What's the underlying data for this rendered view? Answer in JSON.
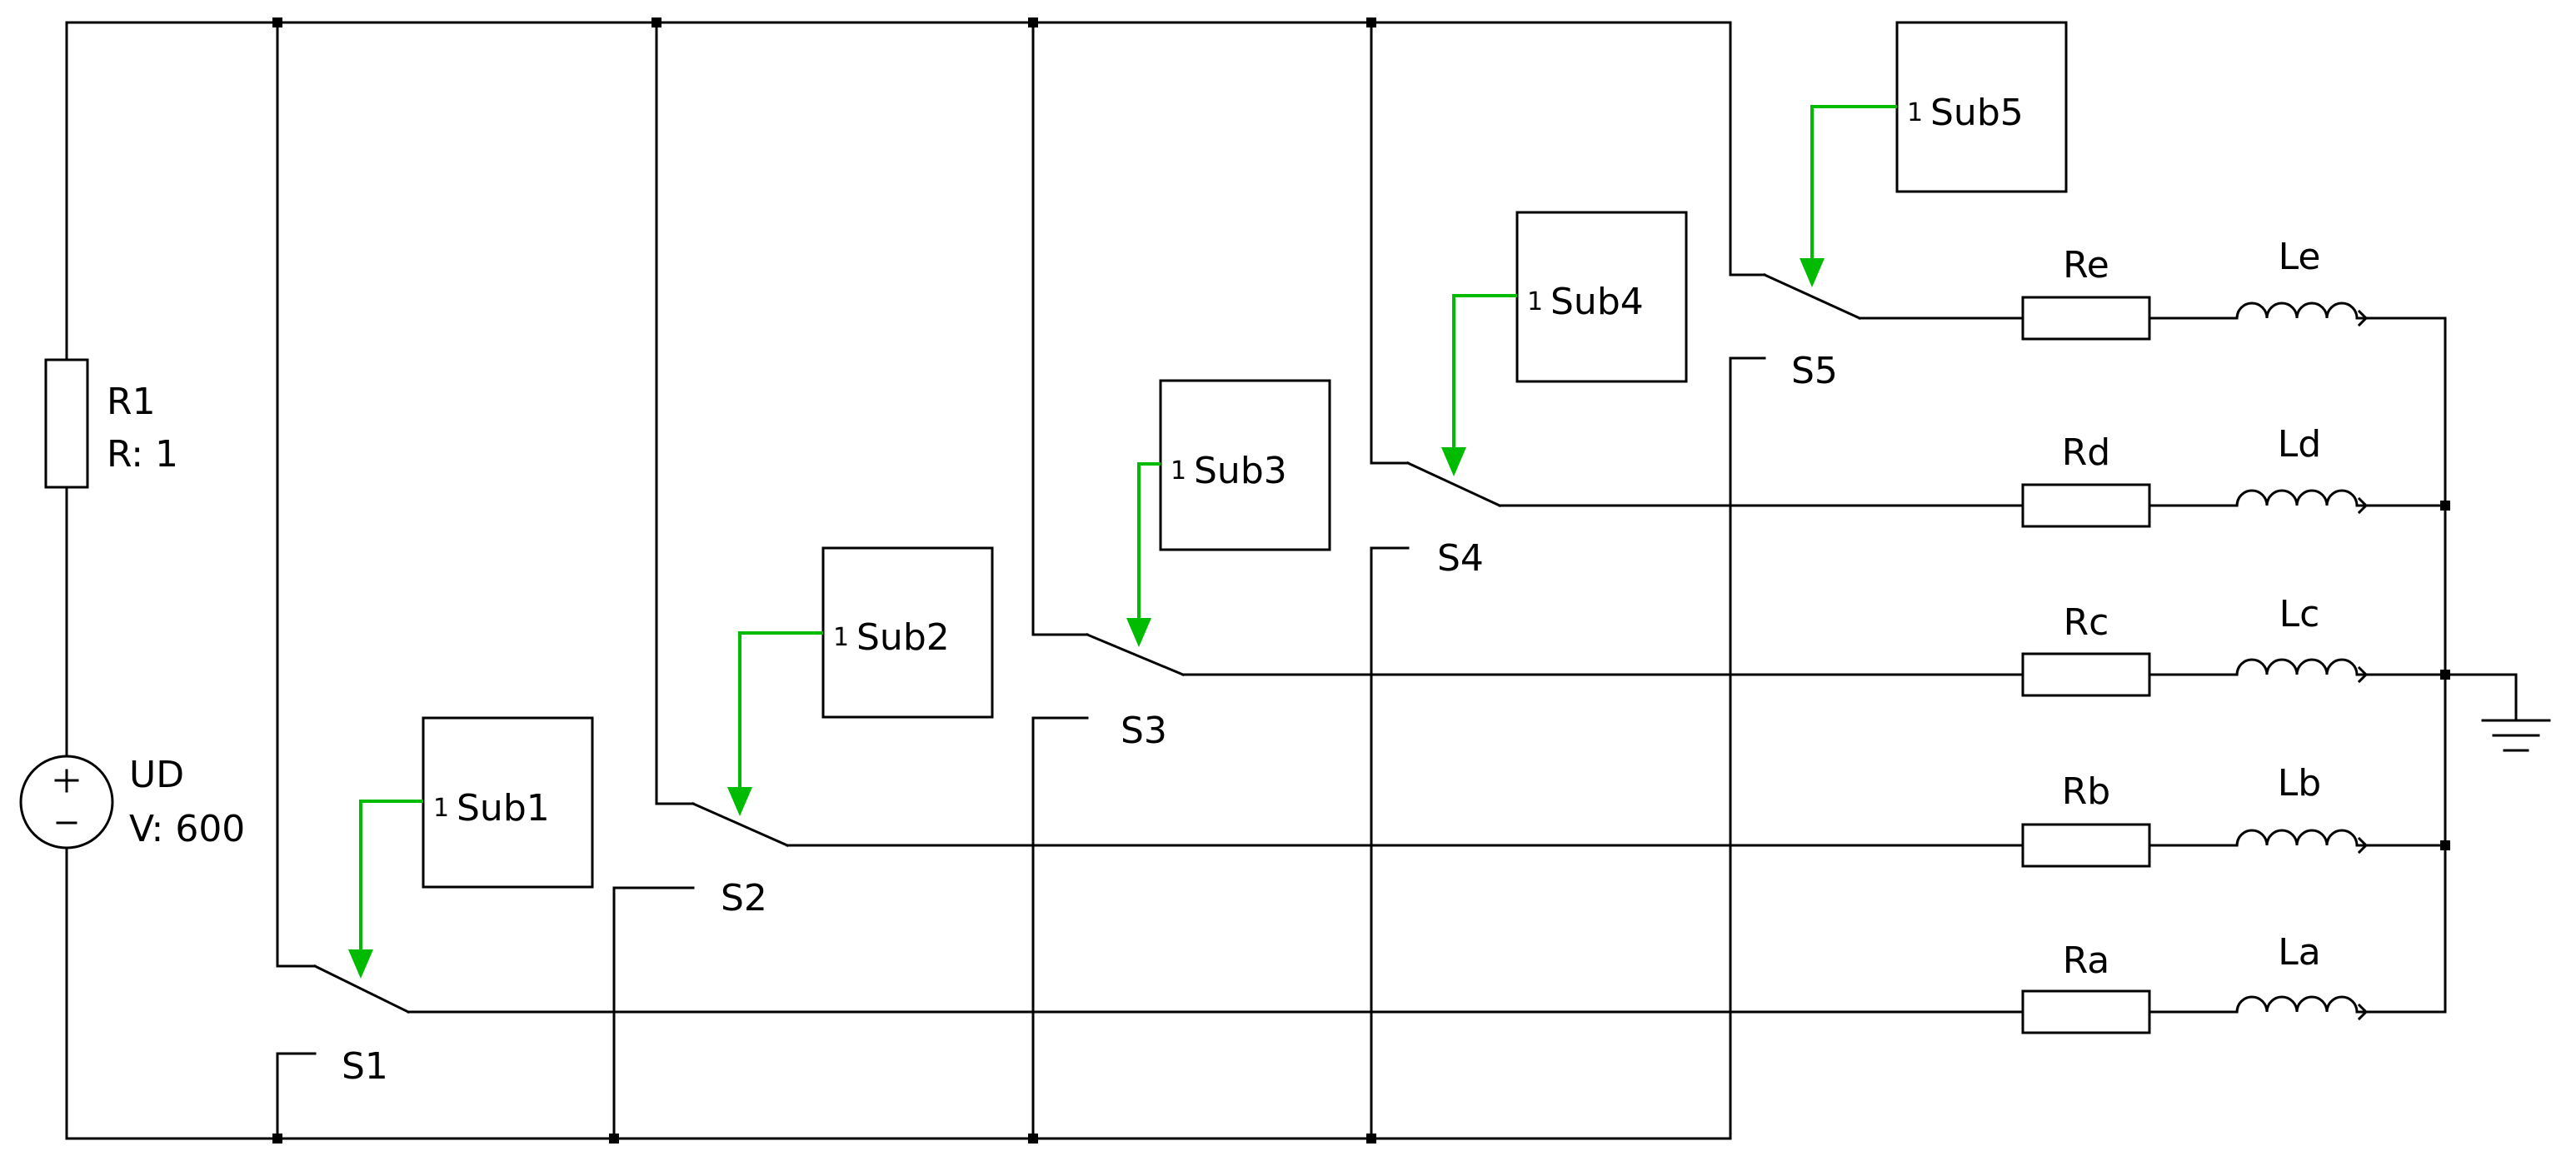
{
  "colors": {
    "wire": "#000000",
    "control": "#00bb00",
    "background": "#ffffff"
  },
  "source": {
    "name": "UD",
    "value_label": "V: 600"
  },
  "resistor_r1": {
    "name": "R1",
    "value_label": "R: 1"
  },
  "switches": [
    "S1",
    "S2",
    "S3",
    "S4",
    "S5"
  ],
  "subsystems": [
    {
      "pin": "1",
      "name": "Sub1"
    },
    {
      "pin": "1",
      "name": "Sub2"
    },
    {
      "pin": "1",
      "name": "Sub3"
    },
    {
      "pin": "1",
      "name": "Sub4"
    },
    {
      "pin": "1",
      "name": "Sub5"
    }
  ],
  "load_resistors": [
    "Ra",
    "Rb",
    "Rc",
    "Rd",
    "Re"
  ],
  "load_inductors": [
    "La",
    "Lb",
    "Lc",
    "Ld",
    "Le"
  ],
  "icons": {
    "ground": "ground-icon",
    "voltage_source": "dc-voltage-source-icon"
  }
}
